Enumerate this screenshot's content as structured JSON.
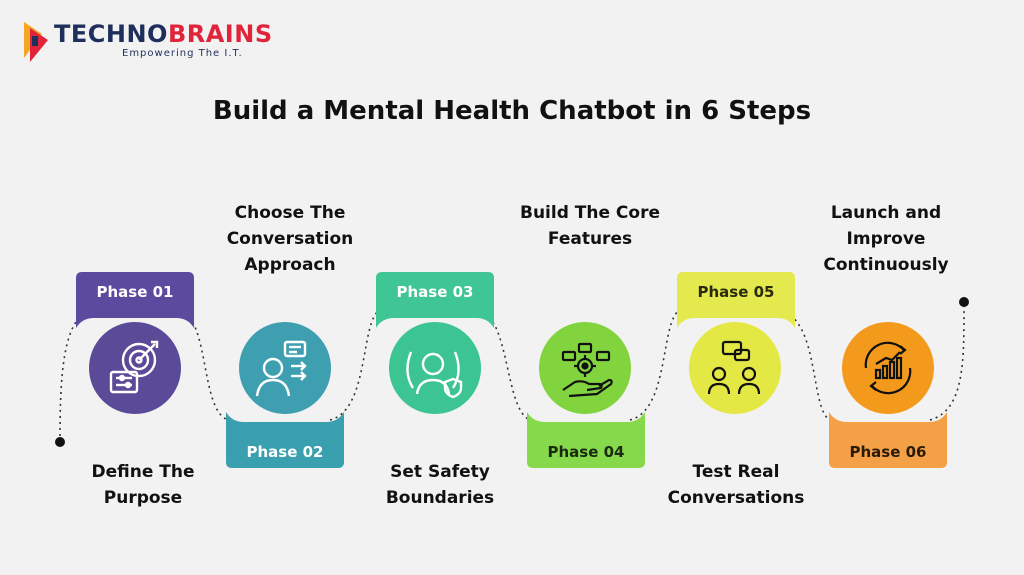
{
  "logo": {
    "part1": "TECHNO",
    "part2": "BRAINS",
    "tagline": "Empowering The I.T."
  },
  "title": "Build a Mental Health Chatbot in 6 Steps",
  "colors": {
    "phase1": "#5b4a9e",
    "phase2": "#3aa0b0",
    "phase3": "#3fc694",
    "phase4": "#86d94a",
    "phase5": "#e4ea4e",
    "phase6": "#f3a046",
    "phase1_circle": "#5a4a97",
    "phase2_circle": "#3d9fb0",
    "phase3_circle": "#3dc493",
    "phase4_circle": "#82d43f",
    "phase5_circle": "#e3e845",
    "phase6_circle": "#f39a1c"
  },
  "phases": [
    {
      "label": "Phase 01",
      "step": "Define The Purpose",
      "icon": "target-icon"
    },
    {
      "label": "Phase 02",
      "step": "Choose The Conversation Approach",
      "icon": "person-chat-icon"
    },
    {
      "label": "Phase 03",
      "step": "Set Safety Boundaries",
      "icon": "protected-person-icon"
    },
    {
      "label": "Phase 04",
      "step": "Build The Core Features",
      "icon": "hand-gear-icon"
    },
    {
      "label": "Phase 05",
      "step": "Test Real Conversations",
      "icon": "two-people-chat-icon"
    },
    {
      "label": "Phase 06",
      "step": "Launch and Improve Continuously",
      "icon": "growth-chart-cycle-icon"
    }
  ]
}
